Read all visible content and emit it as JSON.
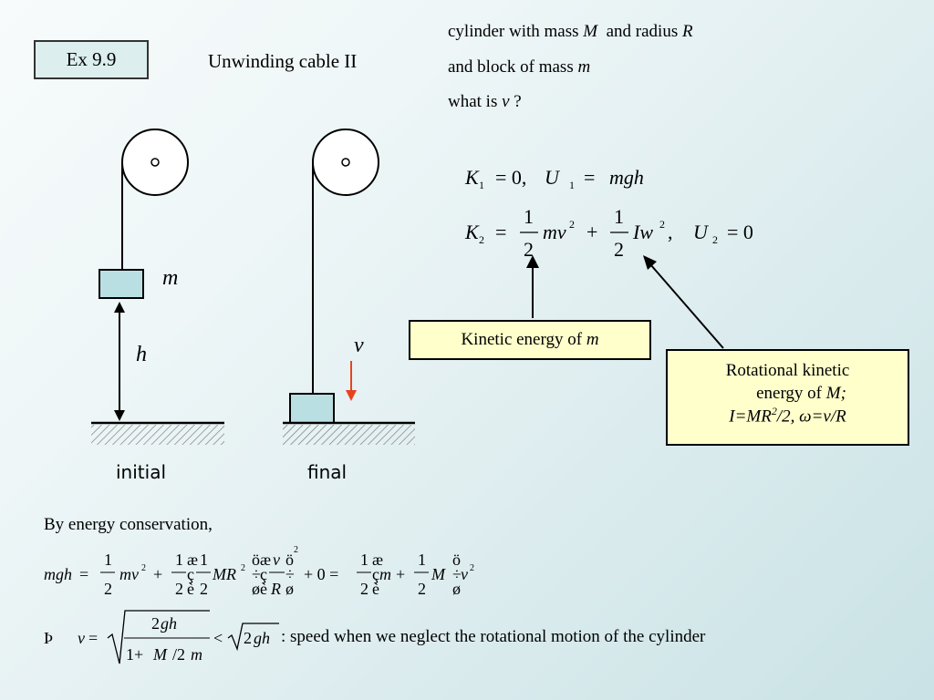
{
  "header": {
    "example_tag": "Ex 9.9",
    "title": "Unwinding cable II"
  },
  "problem": {
    "line1": "cylinder with mass M and radius R",
    "line2": "and block of mass m",
    "line3": "what is v ?"
  },
  "diagram": {
    "mass_label": "m",
    "height_label": "h",
    "velocity_label": "v",
    "initial_label": "initial",
    "final_label": "final"
  },
  "equations": {
    "eq1": "K1 = 0, U1 = mgh",
    "eq2": "K2 = 1/2 mv^2 + 1/2 Iw^2, U2 = 0"
  },
  "callouts": {
    "kinetic": "Kinetic energy of m",
    "rotational_line1": "Rotational kinetic",
    "rotational_line2": "energy of M;",
    "rotational_line3": "I=MR²/2, ω=v/R"
  },
  "derivation": {
    "intro": "By energy conservation,",
    "conclusion_text": ": speed when we neglect the rotational motion of the cylinder"
  }
}
